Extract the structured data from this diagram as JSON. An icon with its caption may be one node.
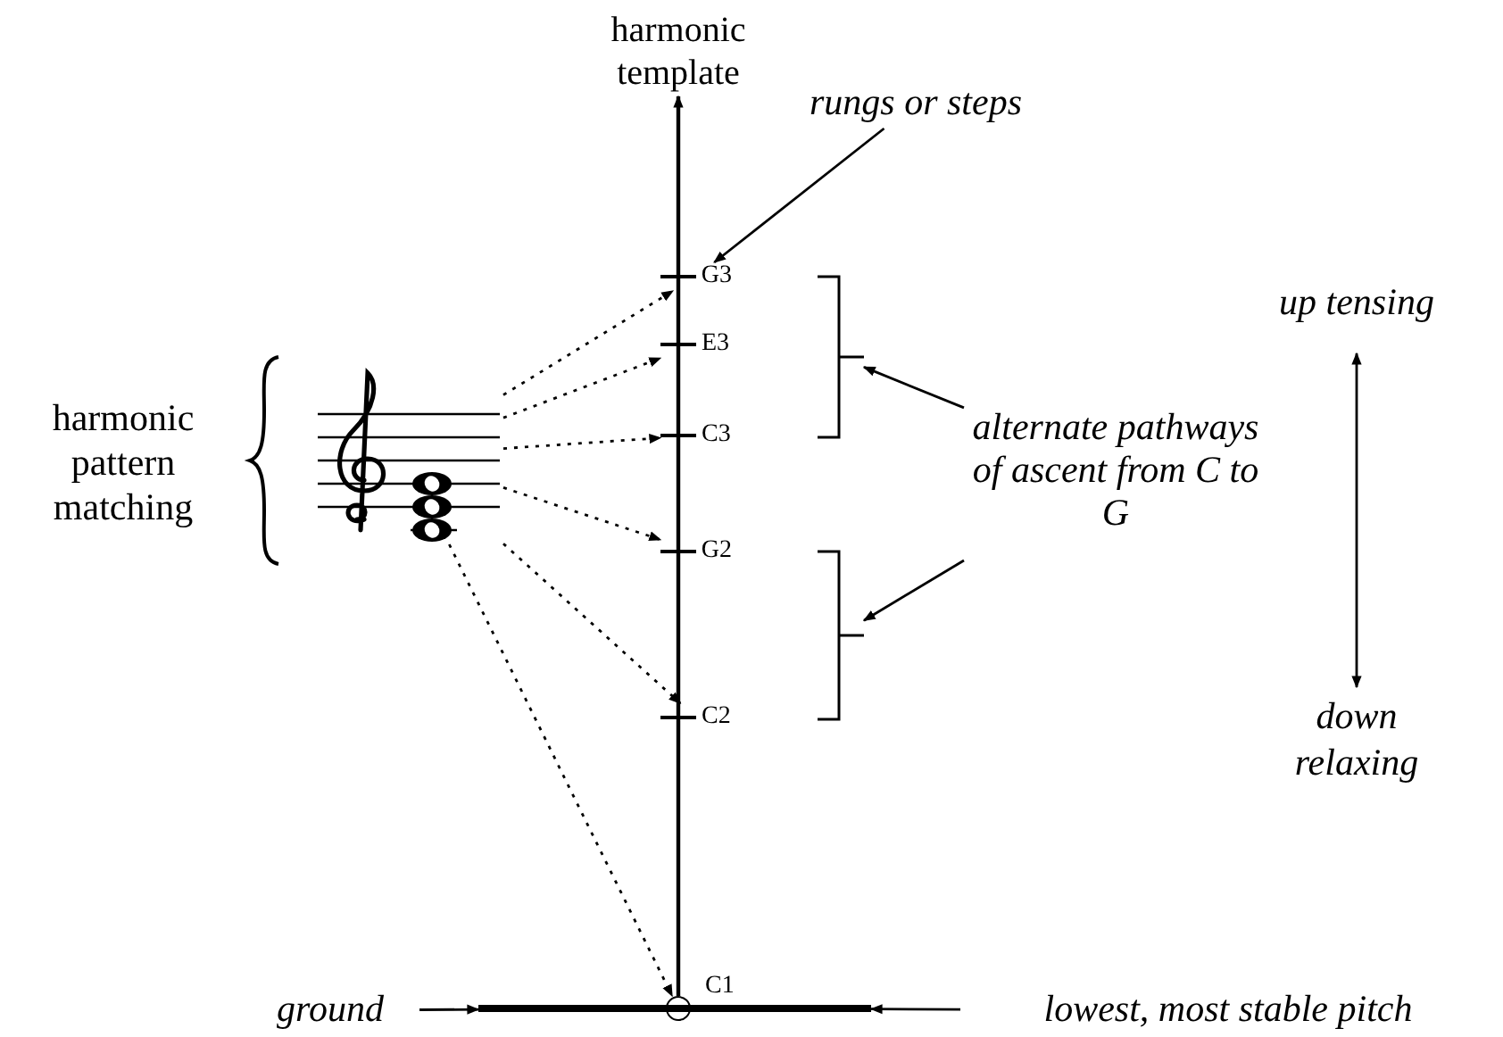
{
  "diagram": {
    "nodes": [
      {
        "text": [
          "harmonic template"
        ]
      },
      {
        "text": [
          "G3"
        ]
      },
      {
        "text": [
          "E3"
        ]
      },
      {
        "text": [
          "C3"
        ]
      },
      {
        "text": [
          "G2"
        ]
      },
      {
        "text": [
          "C2"
        ]
      },
      {
        "text": [],
        "shape": "circle",
        "beside": [
          "C1"
        ]
      },
      {
        "text": [],
        "shape": "picture"
      },
      {
        "text": [
          "rungs or steps"
        ]
      },
      {
        "text": [],
        "shape": "bracket"
      },
      {
        "text": [],
        "shape": "bracket"
      },
      {
        "text": [
          "alternate pathways of ascent from C to G"
        ]
      },
      {
        "text": [
          "up tensing"
        ]
      },
      {
        "text": [
          "down relaxing"
        ]
      },
      {
        "text": [],
        "shape": "bar"
      },
      {
        "text": [
          "ground"
        ]
      },
      {
        "text": [
          "lowest, most stable pitch"
        ]
      }
    ],
    "edges": [
      {
        "from": 6,
        "to": 0,
        "arrow": "to"
      },
      {
        "from": 7,
        "to": 1,
        "arrow": "to",
        "style": "dashed"
      },
      {
        "from": 7,
        "to": 2,
        "arrow": "to",
        "style": "dashed"
      },
      {
        "from": 7,
        "to": 3,
        "arrow": "to",
        "style": "dashed"
      },
      {
        "from": 7,
        "to": 4,
        "arrow": "to",
        "style": "dashed"
      },
      {
        "from": 7,
        "to": 5,
        "arrow": "to",
        "style": "dashed"
      },
      {
        "from": 7,
        "to": 6,
        "arrow": "to",
        "style": "dashed"
      },
      {
        "from": 8,
        "to": 1,
        "arrow": "to"
      },
      {
        "from": 11,
        "to": 9,
        "arrow": "to"
      },
      {
        "from": 11,
        "to": 10,
        "arrow": "to"
      },
      {
        "from": 12,
        "to": 13,
        "arrow": "both"
      },
      {
        "from": 15,
        "to": 14,
        "arrow": "to"
      },
      {
        "from": 16,
        "to": 14,
        "arrow": "to"
      }
    ],
    "labels": [
      "harmonic pattern matching"
    ]
  }
}
